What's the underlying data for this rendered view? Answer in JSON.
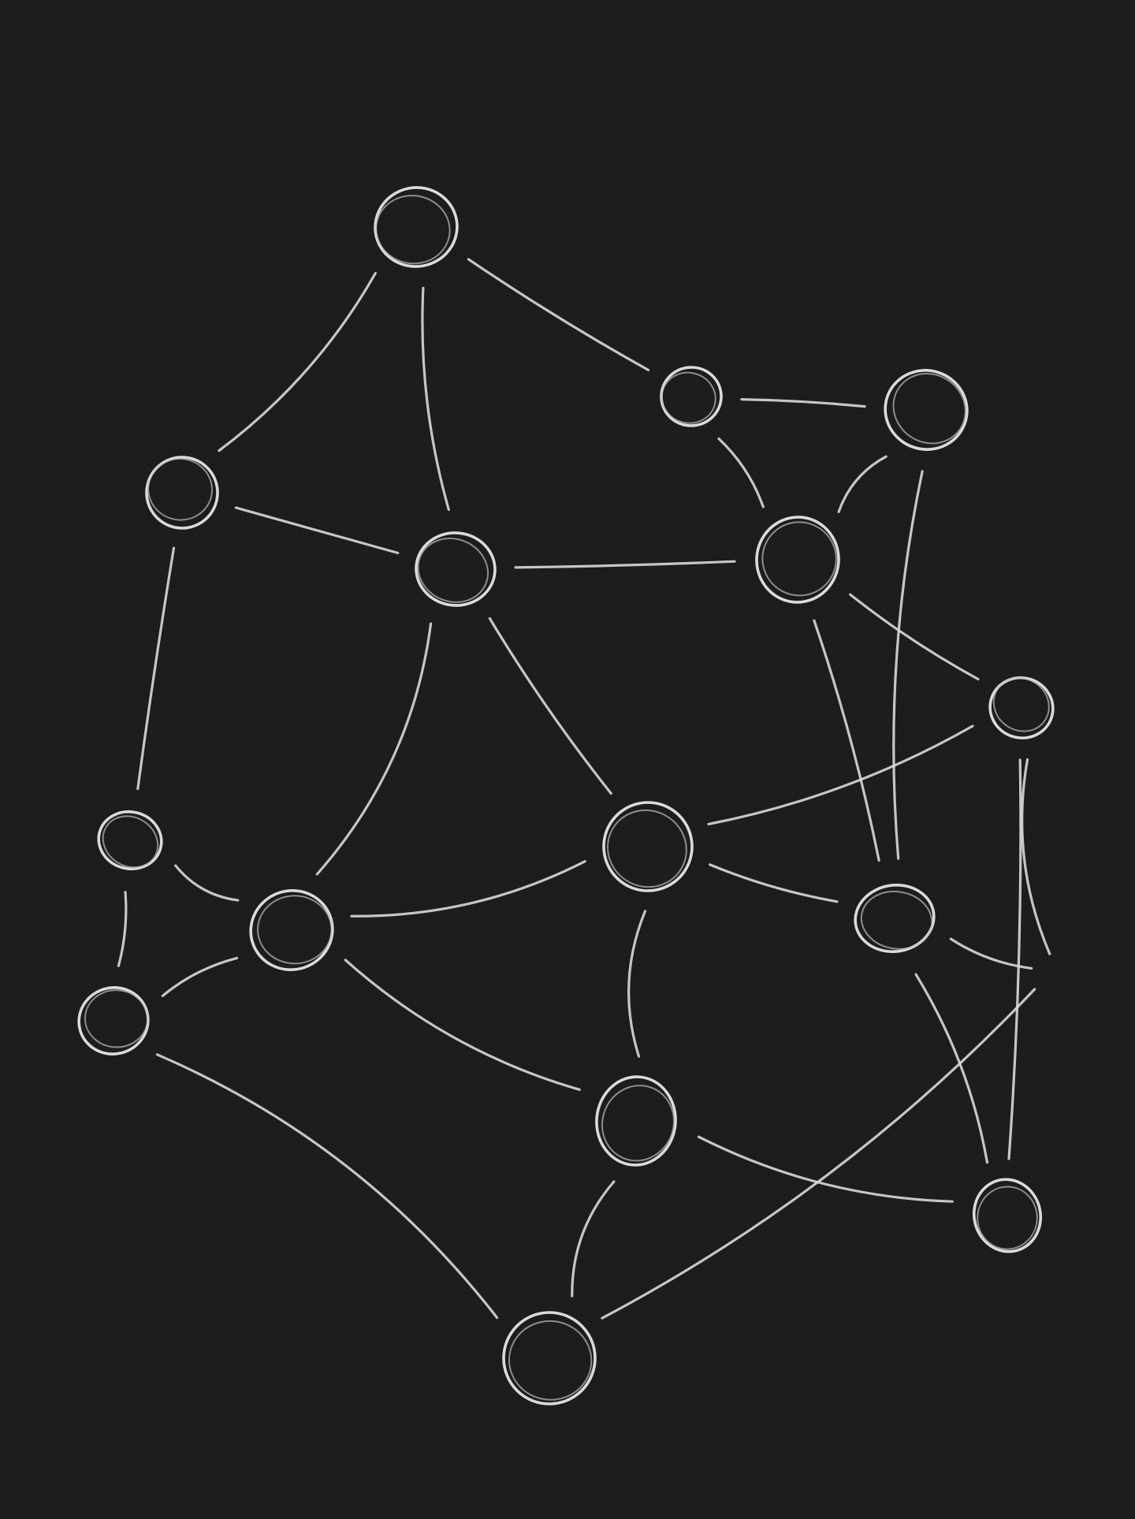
{
  "diagram": {
    "type": "node-link sketch",
    "colors": {
      "background": "#0c0c0c",
      "stroke": "#e6e6e6"
    },
    "nodes": [
      {
        "id": "n1"
      },
      {
        "id": "n2"
      },
      {
        "id": "n3"
      },
      {
        "id": "n4"
      },
      {
        "id": "n5"
      },
      {
        "id": "n6"
      },
      {
        "id": "n7"
      },
      {
        "id": "n8"
      },
      {
        "id": "n9"
      },
      {
        "id": "n10"
      },
      {
        "id": "n11"
      },
      {
        "id": "n12"
      },
      {
        "id": "n13"
      },
      {
        "id": "n14"
      },
      {
        "id": "n15"
      },
      {
        "id": "n16"
      }
    ],
    "edges": [
      [
        "n1",
        "n3"
      ],
      [
        "n1",
        "n5"
      ],
      [
        "n1",
        "n2"
      ],
      [
        "n2",
        "n4"
      ],
      [
        "n2",
        "n7"
      ],
      [
        "n4",
        "n7"
      ],
      [
        "n4",
        "n11"
      ],
      [
        "n3",
        "n5"
      ],
      [
        "n3",
        "n9"
      ],
      [
        "n5",
        "n7"
      ],
      [
        "n5",
        "n10"
      ],
      [
        "n5",
        "n12"
      ],
      [
        "n7",
        "n6"
      ],
      [
        "n7",
        "n11"
      ],
      [
        "n9",
        "n10"
      ],
      [
        "n9",
        "n8"
      ],
      [
        "n6",
        "n14"
      ],
      [
        "n6",
        "n12"
      ],
      [
        "n6",
        "n15"
      ],
      [
        "n10",
        "n8"
      ],
      [
        "n10",
        "n12"
      ],
      [
        "n10",
        "n13"
      ],
      [
        "n8",
        "n16"
      ],
      [
        "n12",
        "n11"
      ],
      [
        "n12",
        "n13"
      ],
      [
        "n11",
        "n14"
      ],
      [
        "n11",
        "n15"
      ],
      [
        "n14",
        "n13"
      ],
      [
        "n13",
        "n16"
      ],
      [
        "n15",
        "n16"
      ]
    ]
  }
}
